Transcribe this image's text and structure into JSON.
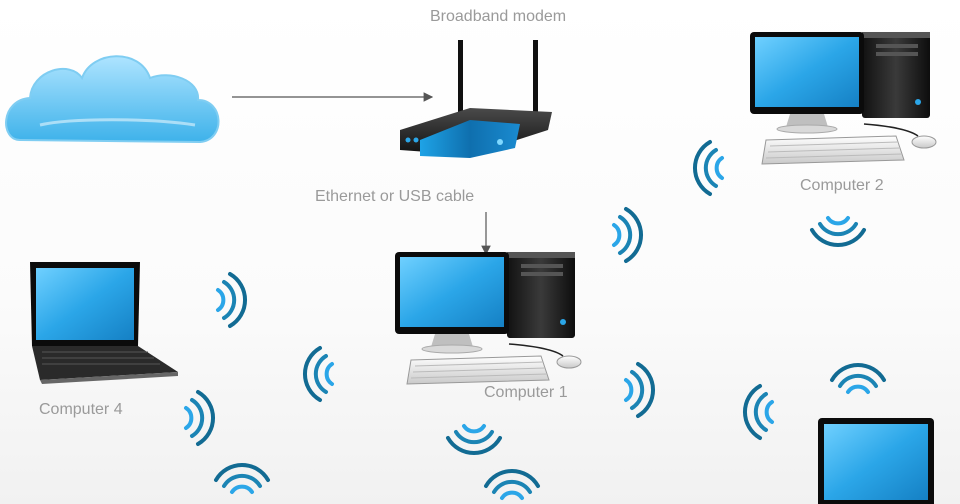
{
  "labels": {
    "modem": "Broadband modem",
    "cable": "Ethernet or USB cable",
    "computer1": "Computer 1",
    "computer2": "Computer 2",
    "computer4": "Computer 4"
  },
  "colors": {
    "screen": "#2ba6e8",
    "wireless": "#1b84b4",
    "tower": "#1a1a1a",
    "cloud": "#5cc0f0",
    "label": "#9a9a9a",
    "arrow": "#555555"
  },
  "icons": [
    "cloud-icon",
    "modem-icon",
    "desktop-computer-icon",
    "laptop-icon",
    "wifi-signal-icon"
  ]
}
